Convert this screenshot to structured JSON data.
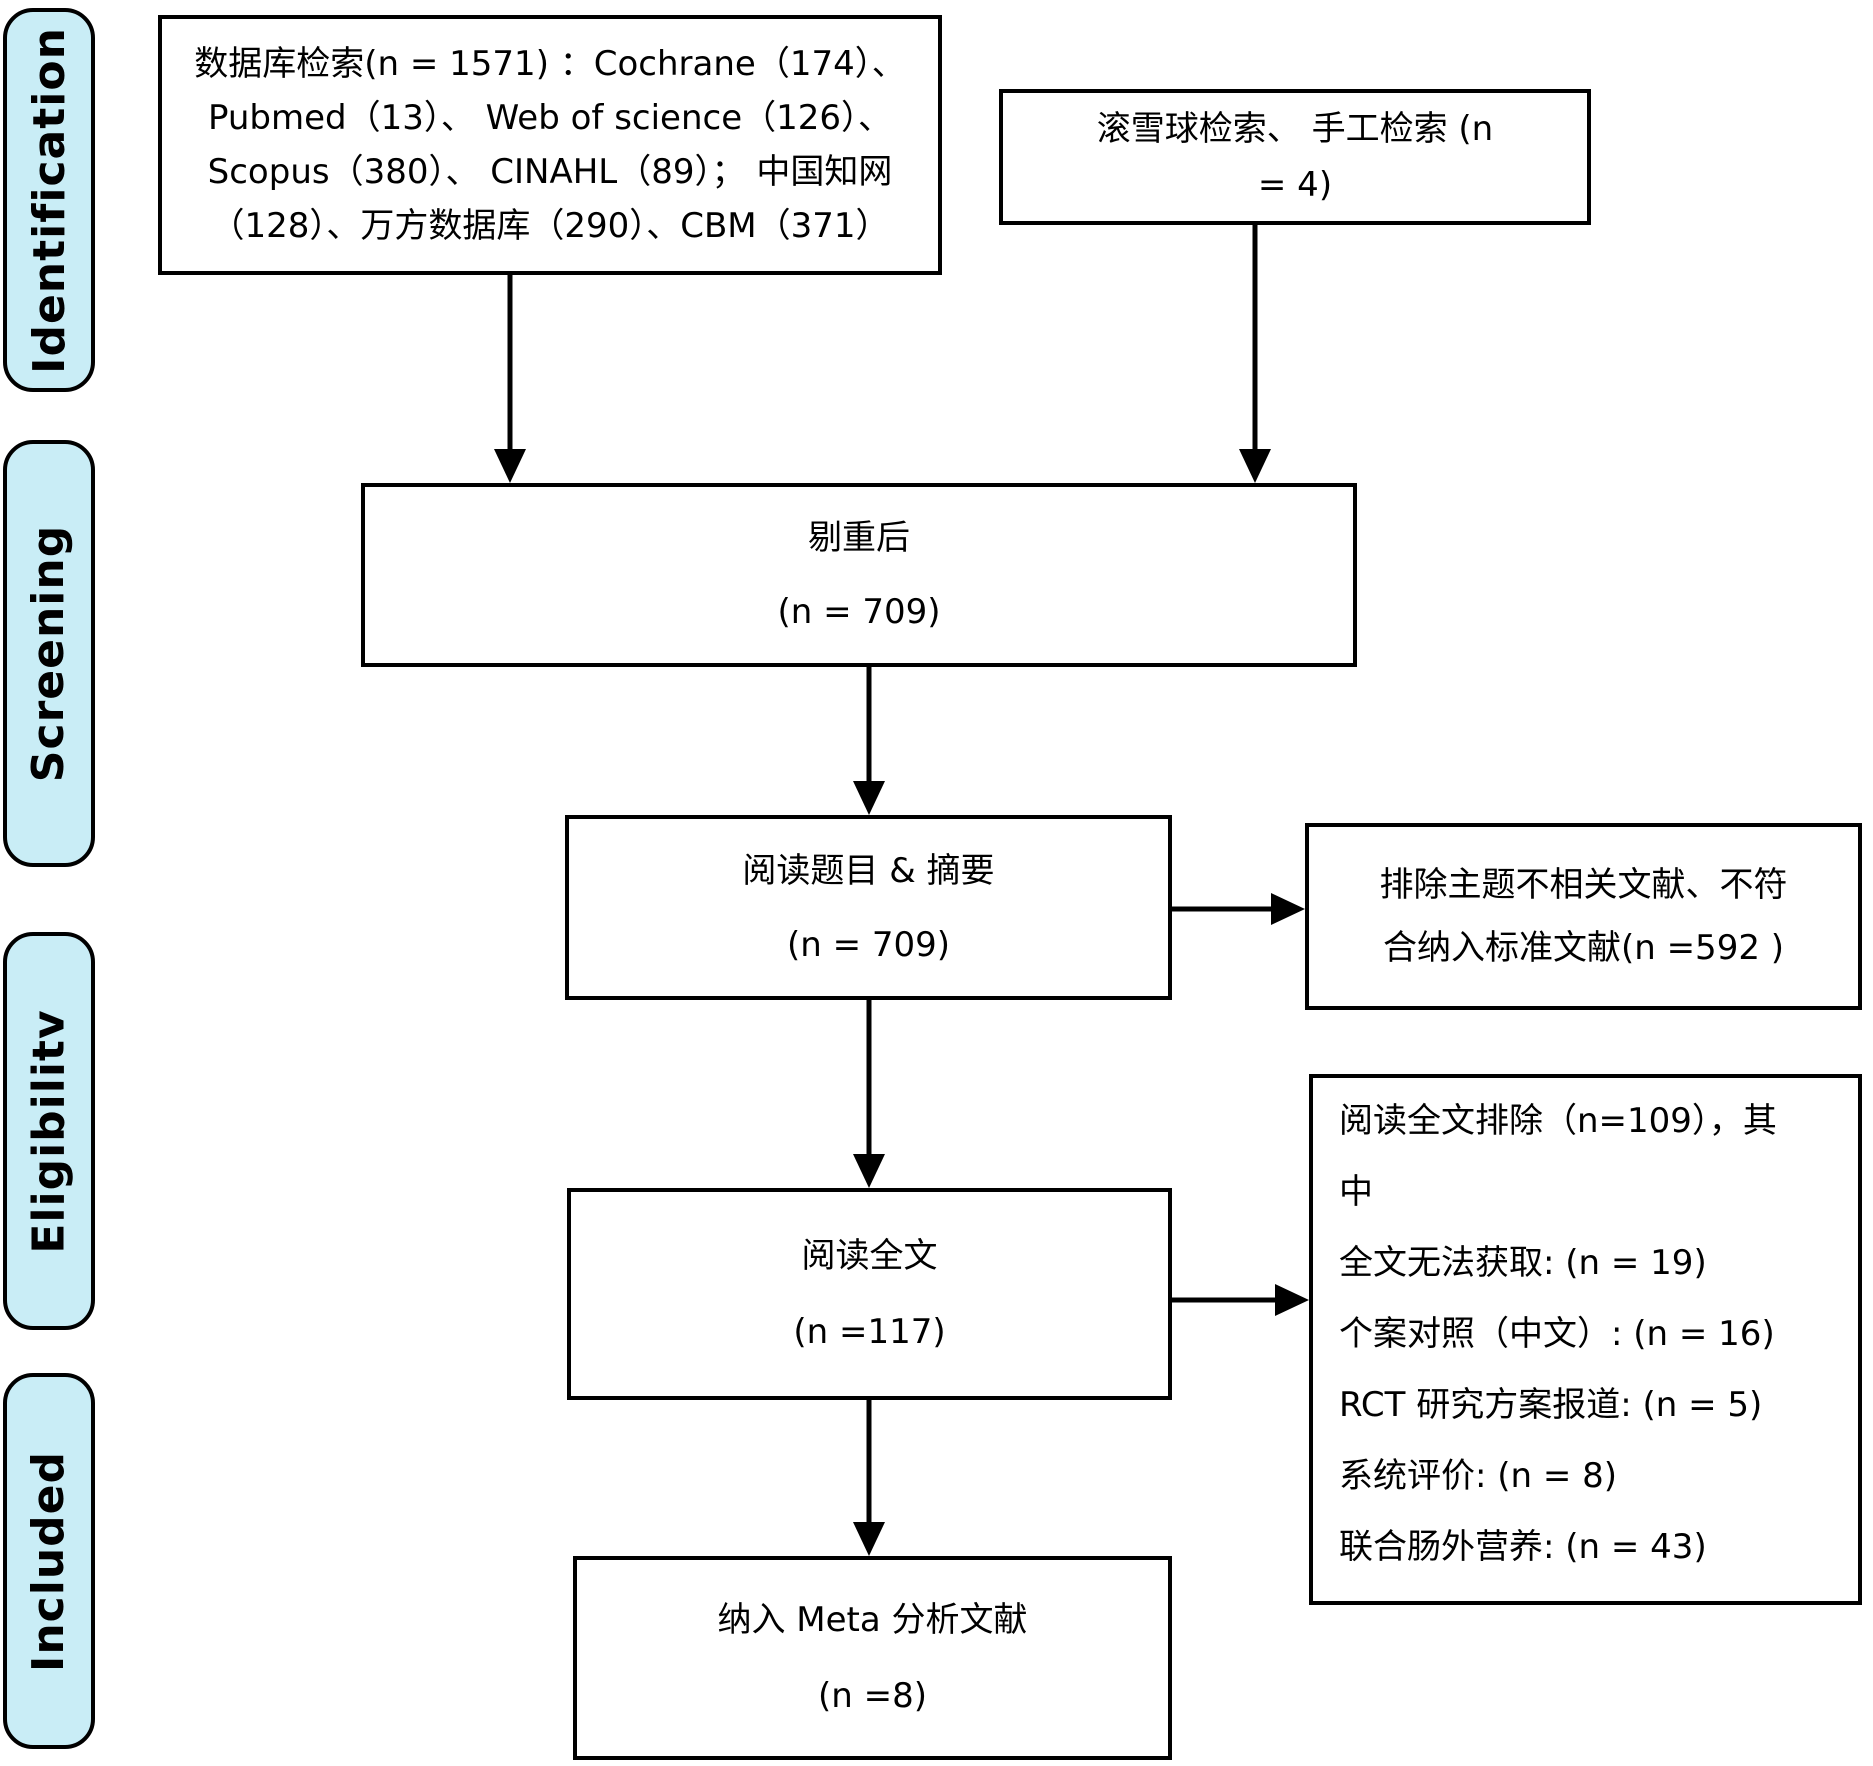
{
  "diagram_title": "Literature screening PRISMA flow diagram",
  "sidebar": {
    "fill": "#c9edf6",
    "border_color": "#000000",
    "labels": [
      {
        "id": "identification",
        "text": "Identification"
      },
      {
        "id": "screening",
        "text": "Screening"
      },
      {
        "id": "eligibility",
        "text": "Eligibilitv"
      },
      {
        "id": "included",
        "text": "Included"
      }
    ]
  },
  "boxes": {
    "database_search": {
      "lines": [
        "数据库检索(n = 1571) ：Cochrane（174）、",
        "Pubmed（13）、 Web of science（126）、",
        "Scopus（380）、 CINAHL（89）； 中国知网",
        "（128）、万方数据库（290）、CBM（371）"
      ]
    },
    "snowball_search": {
      "lines": [
        "滚雪球检索、 手工检索  (n",
        "= 4)"
      ]
    },
    "deduplicated": {
      "lines": [
        "剔重后",
        "(n = 709)"
      ]
    },
    "title_abstract": {
      "lines": [
        "阅读题目  &  摘要",
        "(n = 709)"
      ]
    },
    "excluded_title_abstract": {
      "lines": [
        "排除主题不相关文献、不符",
        "合纳入标准文献(n =592 )"
      ]
    },
    "fulltext": {
      "lines": [
        "阅读全文",
        "(n =117)"
      ]
    },
    "excluded_fulltext": {
      "lines": [
        "阅读全文排除（n=109），其",
        "中",
        "全文无法获取: (n = 19)",
        "个案对照（中文）: (n = 16)",
        "RCT 研究方案报道: (n = 5)",
        "系统评价: (n = 8)",
        "联合肠外营养: (n = 43)"
      ]
    },
    "included_meta": {
      "lines": [
        "纳入 Meta 分析文献",
        "(n =8)"
      ]
    }
  }
}
